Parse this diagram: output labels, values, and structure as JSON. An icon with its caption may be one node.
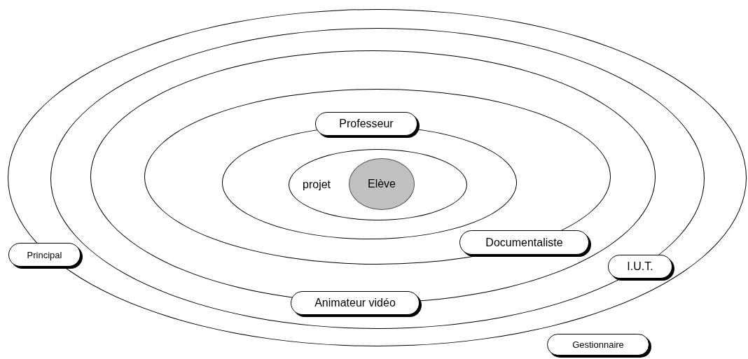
{
  "diagram": {
    "nodes": [
      {
        "text": [],
        "shape": "ellipse"
      },
      {
        "text": [],
        "shape": "ellipse",
        "in": 0
      },
      {
        "text": [],
        "shape": "ellipse",
        "in": 1
      },
      {
        "text": [],
        "shape": "ellipse",
        "in": 2
      },
      {
        "text": [],
        "shape": "ellipse",
        "in": 3
      },
      {
        "text": [
          "projet"
        ],
        "in": 4
      },
      {
        "text": [
          "Elève"
        ],
        "in": 5
      },
      {
        "text": [
          "Professeur"
        ],
        "in": 3
      },
      {
        "text": [
          "Documentaliste"
        ],
        "in": 3
      },
      {
        "text": [
          "Principal"
        ],
        "in": 0
      },
      {
        "text": [
          "I.U.T."
        ],
        "in": 1
      },
      {
        "text": [
          "Animateur vidéo"
        ],
        "in": 1
      },
      {
        "text": [
          "Gestionnaire"
        ]
      }
    ],
    "edges": []
  }
}
